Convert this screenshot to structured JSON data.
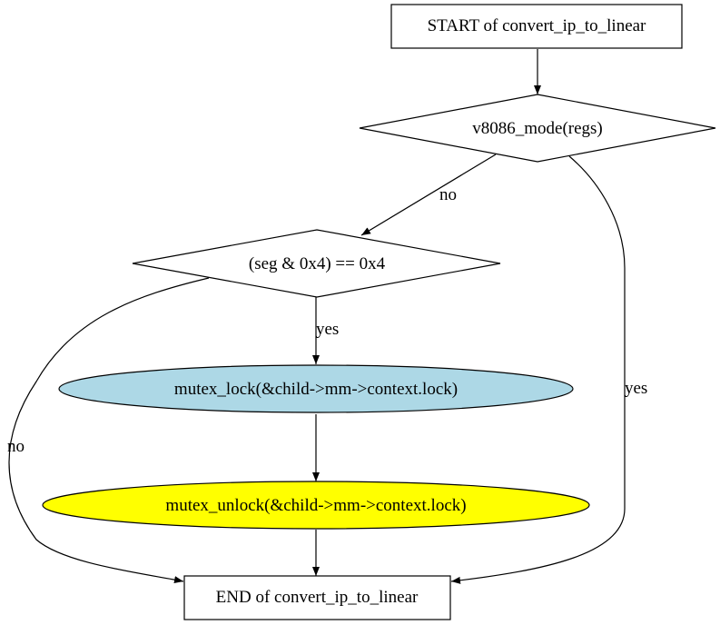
{
  "diagram": {
    "type": "flowchart",
    "nodes": {
      "start": {
        "label": "START of convert_ip_to_linear",
        "shape": "box",
        "fill": "#ffffff"
      },
      "cond1": {
        "label": "v8086_mode(regs)",
        "shape": "diamond",
        "fill": "#ffffff"
      },
      "cond2": {
        "label": "(seg & 0x4) == 0x4",
        "shape": "diamond",
        "fill": "#ffffff"
      },
      "lock": {
        "label": "mutex_lock(&child->mm->context.lock)",
        "shape": "ellipse",
        "fill": "#add8e6"
      },
      "unlock": {
        "label": "mutex_unlock(&child->mm->context.lock)",
        "shape": "ellipse",
        "fill": "#ffff00"
      },
      "end": {
        "label": "END of convert_ip_to_linear",
        "shape": "box",
        "fill": "#ffffff"
      }
    },
    "edges": [
      {
        "from": "start",
        "to": "cond1",
        "label": ""
      },
      {
        "from": "cond1",
        "to": "cond2",
        "label": "no"
      },
      {
        "from": "cond1",
        "to": "end",
        "label": "yes"
      },
      {
        "from": "cond2",
        "to": "lock",
        "label": "yes"
      },
      {
        "from": "cond2",
        "to": "end",
        "label": "no"
      },
      {
        "from": "lock",
        "to": "unlock",
        "label": ""
      },
      {
        "from": "unlock",
        "to": "end",
        "label": ""
      }
    ]
  }
}
